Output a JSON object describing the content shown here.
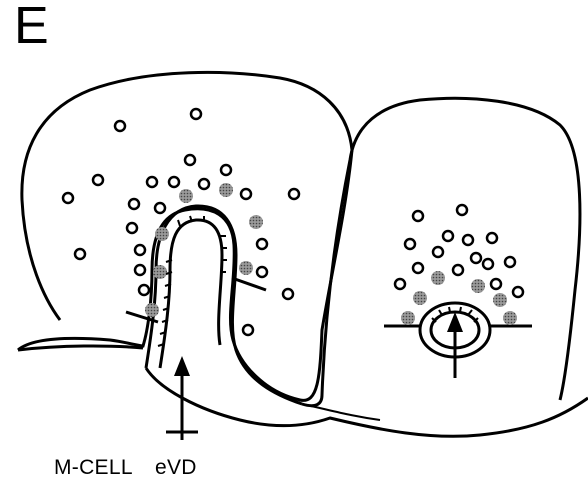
{
  "figure": {
    "panel_label": "E",
    "labels": [
      "M-CELL",
      "eVD"
    ]
  }
}
